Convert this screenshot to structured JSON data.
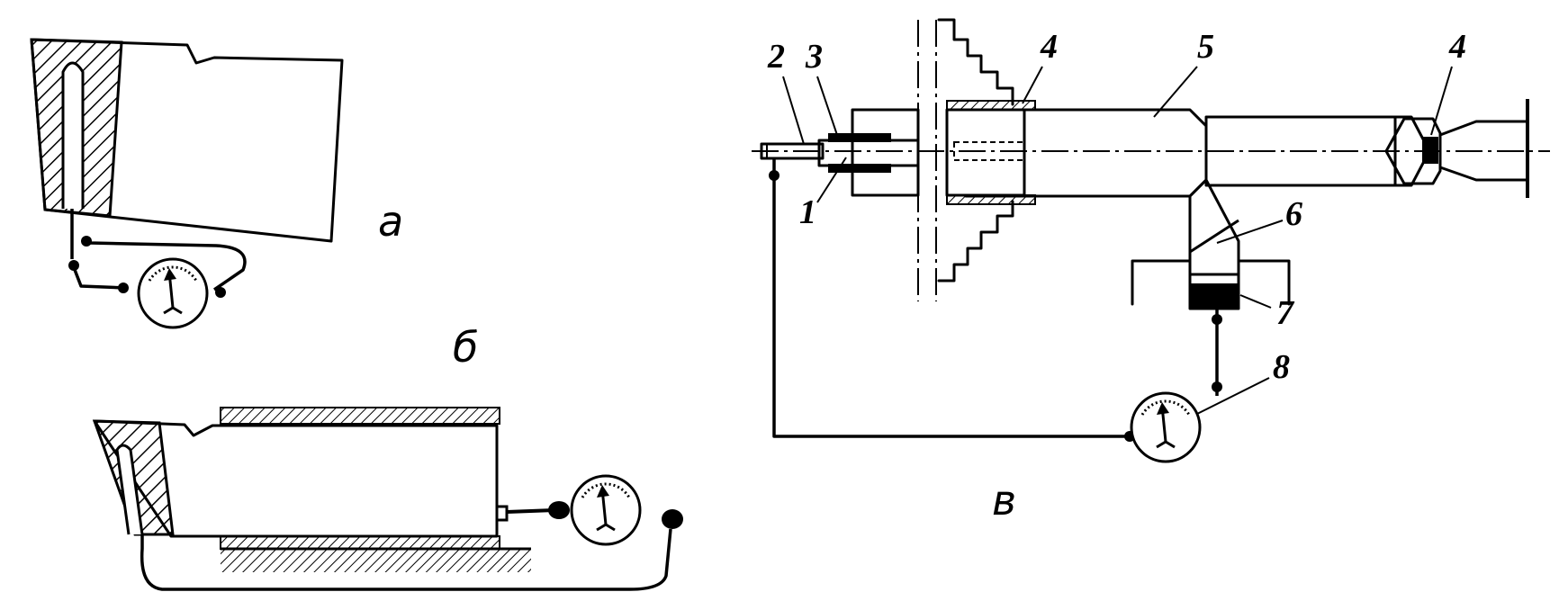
{
  "panels": {
    "a": {
      "label": "а"
    },
    "b": {
      "label": "б"
    },
    "c": {
      "label": "в"
    }
  },
  "callouts": [
    "1",
    "2",
    "3",
    "4",
    "4",
    "5",
    "6",
    "7",
    "8"
  ]
}
